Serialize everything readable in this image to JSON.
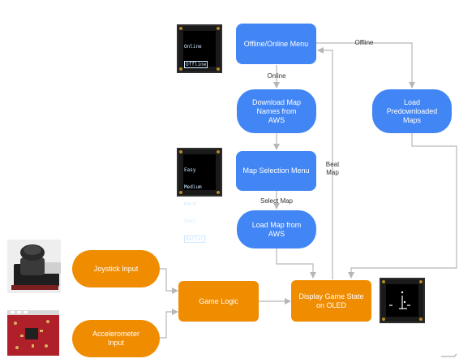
{
  "nodes": {
    "offline_online_menu": "Offline/Online Menu",
    "download_map_names": "Download Map\nNames from\nAWS",
    "load_predownloaded": "Load\nPredownloaded\nMaps",
    "map_selection_menu": "Map Selection Menu",
    "load_map_aws": "Load Map from\nAWS",
    "joystick_input": "Joystick Input",
    "game_logic": "Game Logic",
    "display_game_state": "Display Game State\non OLED",
    "accelerometer_input": "Accelerometer\nInput"
  },
  "edge_labels": {
    "offline": "Offline",
    "online": "Online",
    "beat_map": "Beat\nMap",
    "select_map": "Select Map"
  },
  "screens": {
    "menu1": [
      "Online",
      "Offline"
    ],
    "menu1_selected": "Offline",
    "menu2": [
      "Easy",
      "Medium",
      "Hard",
      "Cool",
      "Better"
    ],
    "menu2_selected": "Better"
  },
  "colors": {
    "blue": "#4285f4",
    "orange": "#f08c00",
    "arrow": "#b7b7b7"
  }
}
